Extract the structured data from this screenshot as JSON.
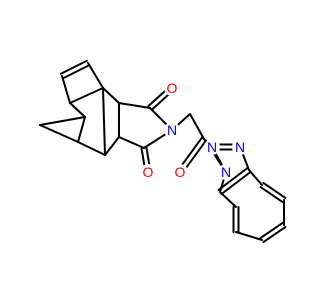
{
  "molecule": {
    "colors": {
      "bond": "#000000",
      "carbon": "#000000",
      "oxygen": "#ff0000",
      "nitrogen": "#0000ff",
      "background": "#ffffff"
    },
    "atoms": [
      {
        "id": "o_imide_top",
        "element": "O",
        "label": "O"
      },
      {
        "id": "o_imide_bottom",
        "element": "O",
        "label": "O"
      },
      {
        "id": "n_imide",
        "element": "N",
        "label": "N"
      },
      {
        "id": "o_ketone",
        "element": "O",
        "label": "O"
      },
      {
        "id": "n_triazole_1",
        "element": "N",
        "label": "N"
      },
      {
        "id": "n_triazole_2",
        "element": "N",
        "label": "N"
      },
      {
        "id": "n_triazole_3",
        "element": "N",
        "label": "N"
      }
    ]
  }
}
